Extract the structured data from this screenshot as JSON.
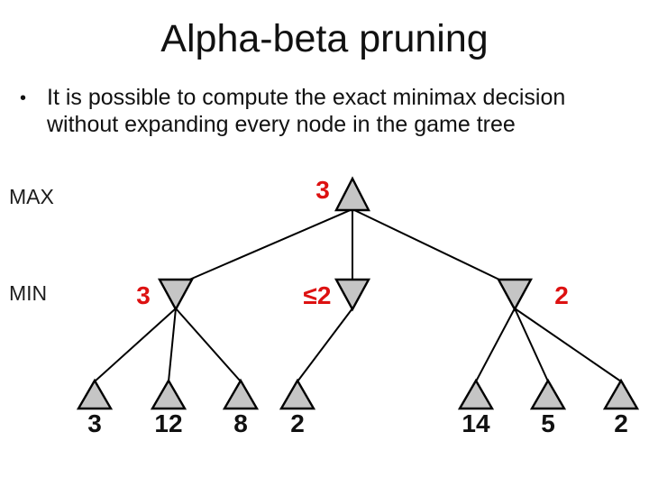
{
  "slide": {
    "title": "Alpha-beta pruning",
    "bullet_glyph": "•",
    "bullet_lines": [
      "It is possible to compute the exact minimax decision",
      "without expanding every node in the game tree"
    ]
  },
  "tree": {
    "max_label": "MAX",
    "min_label": "MIN",
    "root": {
      "player": "MAX",
      "value": "3"
    },
    "min_values": [
      "3",
      "≤2",
      "2"
    ],
    "leaf_values": [
      "3",
      "12",
      "8",
      "2",
      "14",
      "5",
      "2"
    ],
    "colors": {
      "node_fill": "#c5c5c5",
      "node_stroke": "#000000",
      "edge_stroke": "#000000",
      "value_red": "#dd1111",
      "text_black": "#111111"
    }
  }
}
